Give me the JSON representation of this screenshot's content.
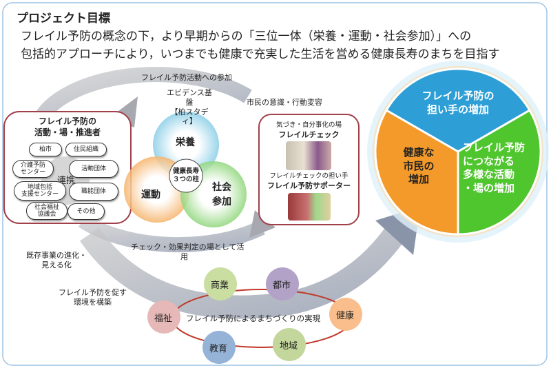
{
  "header": {
    "title": "プロジェクト目標",
    "line1": "フレイル予防の概念の下，より早期からの「三位一体（栄養・運動・社会参加）」への",
    "line2": "包括的アプローチにより，いつまでも健康で充実した生活を営める健康長寿のまちを目指す"
  },
  "labels": {
    "participation": "フレイル予防活動への参加",
    "evidence1": "エビデンス基盤",
    "evidence2": "【柏スタディ】",
    "awareness": "市民の意識・行動変容",
    "check_use1": "チェック・効果判定の場として活",
    "check_use2": "用",
    "existing1": "既存事業の進化・",
    "existing2": "見える化",
    "env1": "フレイル予防を促す",
    "env2": "環境を構築"
  },
  "left_box": {
    "title1": "フレイル予防の",
    "title2": "活動・場・推進者",
    "center": "連携",
    "items": [
      "柏市",
      "住民組織",
      "介護予防\nセンター",
      "活動団体",
      "地域包括\n支援センター",
      "職能団体",
      "社会福祉\n協議会",
      "その他"
    ]
  },
  "venn": {
    "nutrition": "栄養",
    "exercise": "運動",
    "social1": "社会",
    "social2": "参加",
    "center1": "健康長寿",
    "center2": "３つの柱"
  },
  "right_box": {
    "sub1": "気づき・自分事化の場",
    "title1": "フレイルチェック",
    "sub2": "フレイルチェックの担い手",
    "title2": "フレイル予防サポーター"
  },
  "cycle": {
    "top": "フレイル予防の\n担い手の増加",
    "left": "健康な\n市民の\n増加",
    "right": "フレイル予防\nにつながる\n多様な活動\n・場の増加"
  },
  "town": {
    "center": "フレイル予防によるまちづくりの実現",
    "items": [
      "商業",
      "都市",
      "健康",
      "地域",
      "教育",
      "福祉"
    ]
  },
  "colors": {
    "cycle_top": "#2e9fd6",
    "cycle_left": "#f39a2b",
    "cycle_right": "#4fc52e",
    "box_border": "#a0404a"
  }
}
